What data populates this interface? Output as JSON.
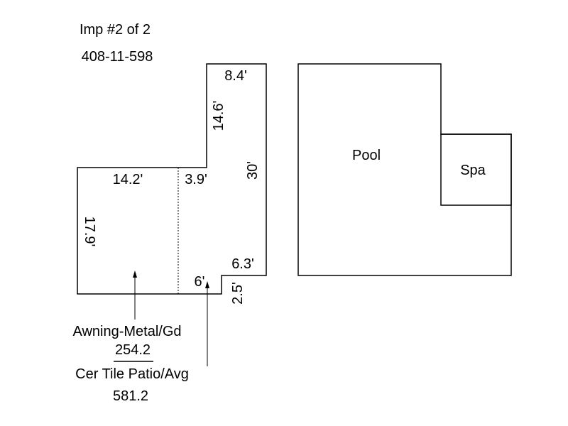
{
  "header": {
    "improvement": "Imp #2 of 2",
    "parcel_id": "408-11-598"
  },
  "house": {
    "dimensions": {
      "top_width": "8.4'",
      "upper_left_height": "14.6'",
      "right_height": "30'",
      "left_width": "14.2'",
      "middle_width": "3.9'",
      "left_height": "17.9'",
      "lower_right_width": "6.3'",
      "notch_width": "6'",
      "notch_height": "2.5'"
    }
  },
  "pool_area": {
    "pool_label": "Pool",
    "spa_label": "Spa"
  },
  "areas": {
    "awning": {
      "label": "Awning-Metal/Gd",
      "value": "254.2"
    },
    "patio": {
      "label": "Cer Tile Patio/Avg",
      "value": "581.2"
    }
  },
  "colors": {
    "line": "#000000",
    "background": "#ffffff"
  }
}
